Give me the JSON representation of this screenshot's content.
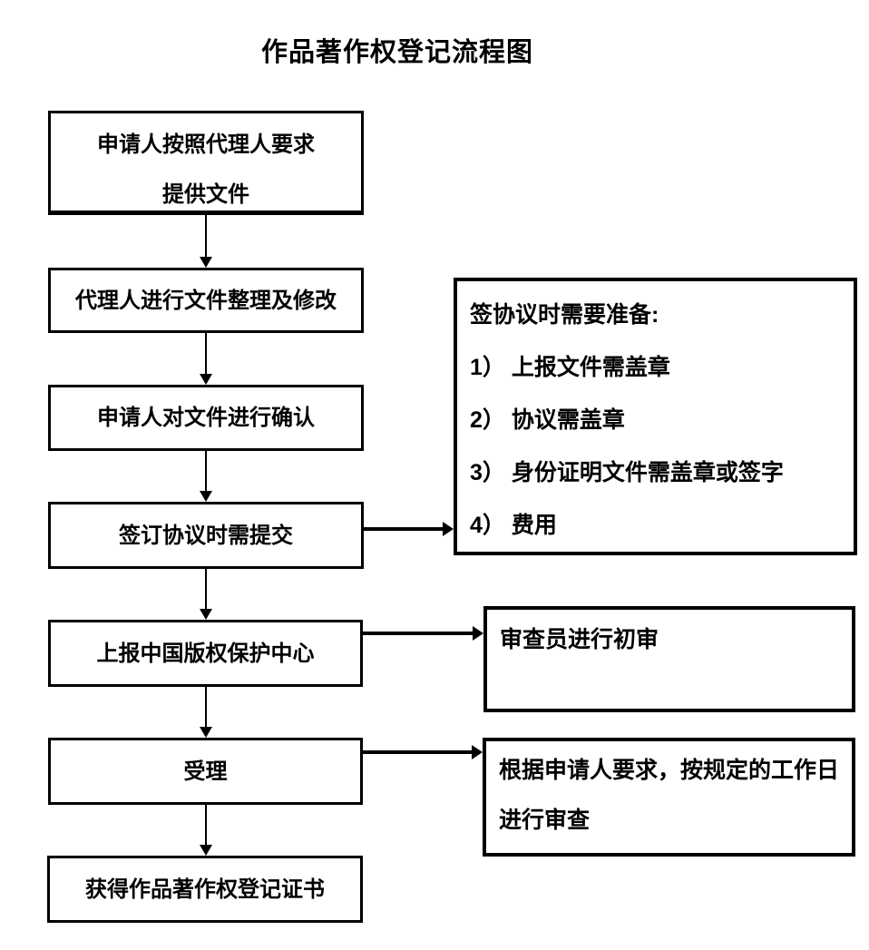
{
  "title": "作品著作权登记流程图",
  "colors": {
    "line": "#000000",
    "background": "#ffffff",
    "text": "#000000"
  },
  "flow": {
    "steps": [
      {
        "id": "provide-documents",
        "lines": [
          "申请人按照代理人要求",
          "提供文件"
        ]
      },
      {
        "id": "agent-organize",
        "lines": [
          "代理人进行文件整理及修改"
        ]
      },
      {
        "id": "applicant-confirm",
        "lines": [
          "申请人对文件进行确认"
        ]
      },
      {
        "id": "sign-agreement",
        "lines": [
          "签订协议时需提交"
        ]
      },
      {
        "id": "submit-to-center",
        "lines": [
          "上报中国版权保护中心"
        ]
      },
      {
        "id": "acceptance",
        "lines": [
          "受理"
        ]
      },
      {
        "id": "obtain-certificate",
        "lines": [
          "获得作品著作权登记证书"
        ]
      }
    ],
    "notes": [
      {
        "id": "agreement-preparation",
        "lines": [
          "签协议时需要准备:",
          "1） 上报文件需盖章",
          "2） 协议需盖章",
          "3） 身份证明文件需盖章或签字",
          "4） 费用"
        ]
      },
      {
        "id": "preliminary-review",
        "lines": [
          "审查员进行初审"
        ]
      },
      {
        "id": "review-working-days",
        "lines": [
          "根据申请人要求，按规定的工作日",
          "进行审查"
        ]
      }
    ]
  }
}
